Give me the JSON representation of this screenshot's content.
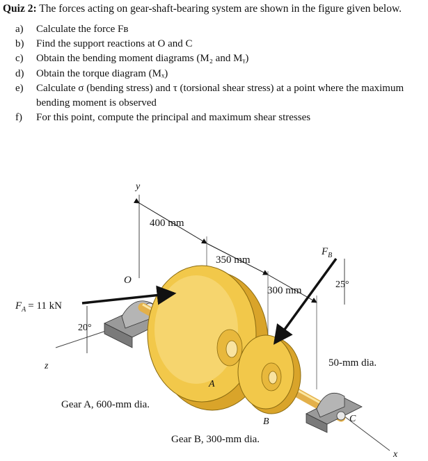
{
  "quiz": {
    "label": "Quiz 2:",
    "title": "The forces acting on gear-shaft-bearing system are shown in the figure given below."
  },
  "items": [
    {
      "letter": "a)",
      "text": "Calculate the force Fʙ"
    },
    {
      "letter": "b)",
      "text": "Find the support reactions at O and C"
    },
    {
      "letter": "c)",
      "text": "Obtain the bending moment diagrams (M₂ and Mᵧ)"
    },
    {
      "letter": "d)",
      "text": "Obtain the torque diagram (Mₓ)"
    },
    {
      "letter": "e)",
      "text": "Calculate σ (bending stress) and τ (torsional shear stress) at a point where the maximum bending moment is observed"
    },
    {
      "letter": "f)",
      "text": "For this point, compute the principal and maximum shear stresses"
    }
  ],
  "figure": {
    "labels": {
      "y_axis": "y",
      "z_axis": "z",
      "x_axis": "x",
      "origin": "O",
      "dim_400": "400 mm",
      "dim_350": "350 mm",
      "dim_300": "300 mm",
      "force_b": "F",
      "force_b_sub": "B",
      "angle_b": "25°",
      "force_a": "F",
      "force_a_sub": "A",
      "force_a_value": "= 11 kN",
      "angle_a": "20°",
      "shaft_dia": "50-mm dia.",
      "gear_a_mark": "A",
      "gear_a": "Gear A, 600-mm dia.",
      "gear_b_mark": "B",
      "gear_b": "Gear B, 300-mm dia.",
      "bearing_c": "C"
    },
    "colors": {
      "gear": "#f2c84a",
      "gear_light": "#fbe7a3",
      "gear_dark": "#d9a42a",
      "bearing": "#8c8c8c",
      "bearing_light": "#c8c8c8"
    }
  }
}
